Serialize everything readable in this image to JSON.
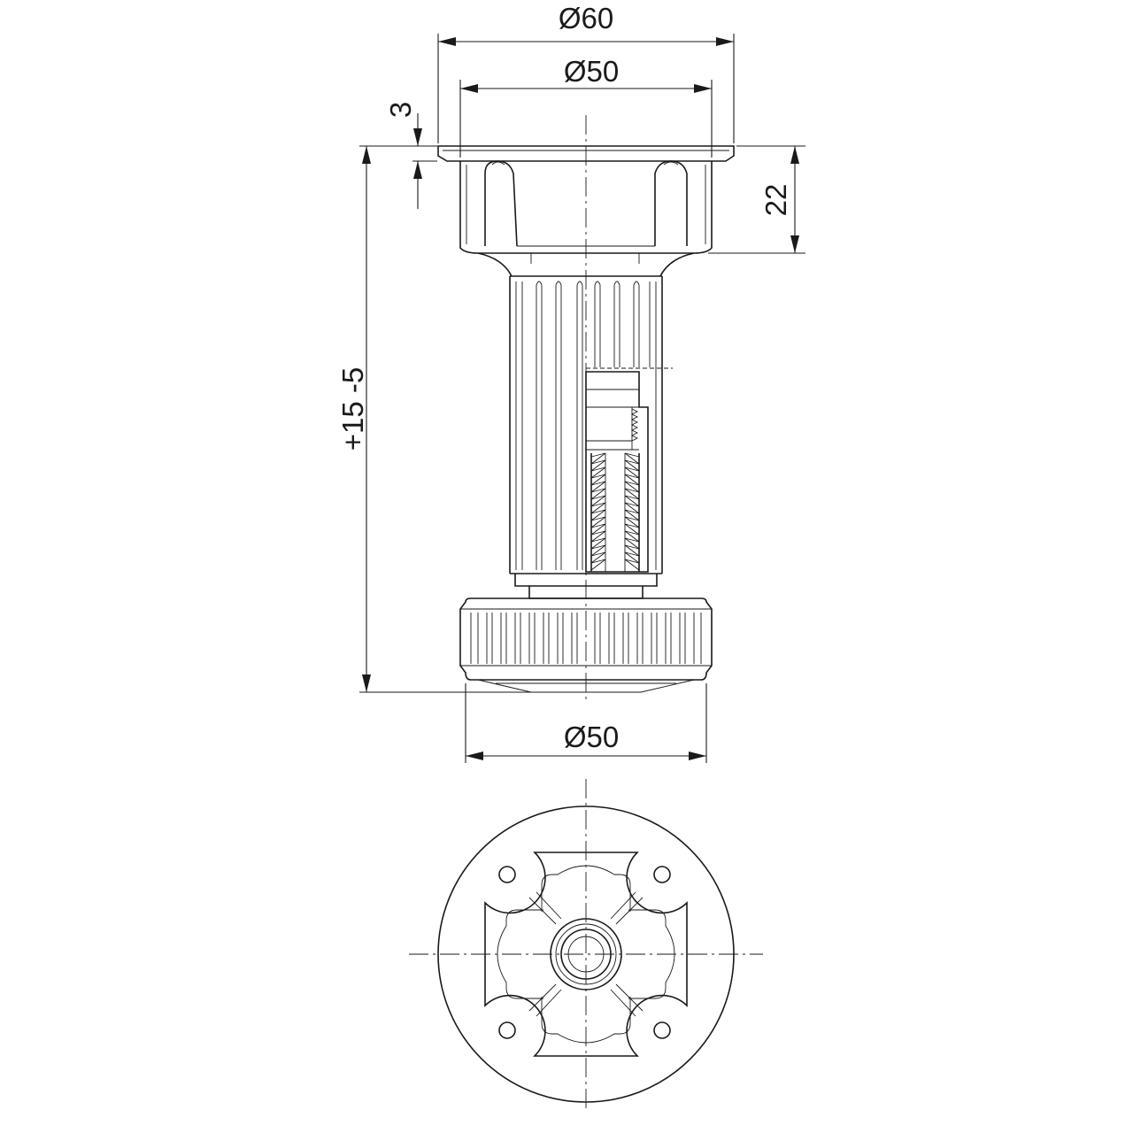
{
  "dimensions": {
    "top_outer_diameter": "Ø60",
    "top_inner_diameter": "Ø50",
    "plate_thickness": "3",
    "cup_height": "22",
    "adjustment_range": "+15 -5",
    "base_diameter": "Ø50"
  },
  "colors": {
    "line": "#1a1a1a",
    "background": "#ffffff"
  }
}
